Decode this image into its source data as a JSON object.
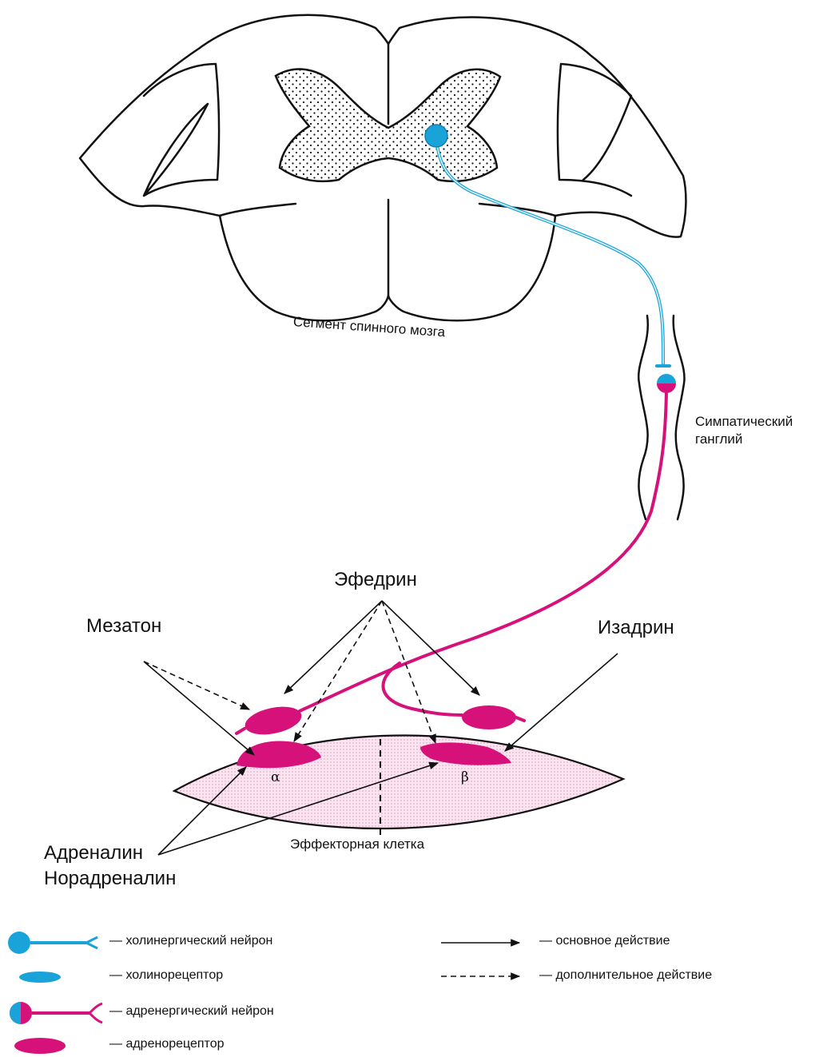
{
  "colors": {
    "cholinergic": "#1aa3d9",
    "adrenergic": "#d6127a",
    "outline": "#111111",
    "cell_fill": "#fbe3ef",
    "cell_dots": "#d39bbb"
  },
  "labels": {
    "spinal_segment": "Сегмент спинного мозга",
    "ganglion_line1": "Симпатический",
    "ganglion_line2": "ганглий",
    "ephedrine": "Эфедрин",
    "mesaton": "Мезатон",
    "isadrine": "Изадрин",
    "adrenaline": "Адреналин",
    "noradrenaline": "Норадреналин",
    "effector_cell": "Эффекторная клетка",
    "alpha": "α",
    "beta": "β"
  },
  "legend": {
    "cholinergic_neuron": "— холинергический нейрон",
    "cholinoreceptor": "— холинорецептор",
    "adrenergic_neuron": "— адренергический нейрон",
    "adrenoreceptor": "— адренорецептор",
    "main_action": "— основное действие",
    "additional_action": "— дополнительное действие"
  }
}
